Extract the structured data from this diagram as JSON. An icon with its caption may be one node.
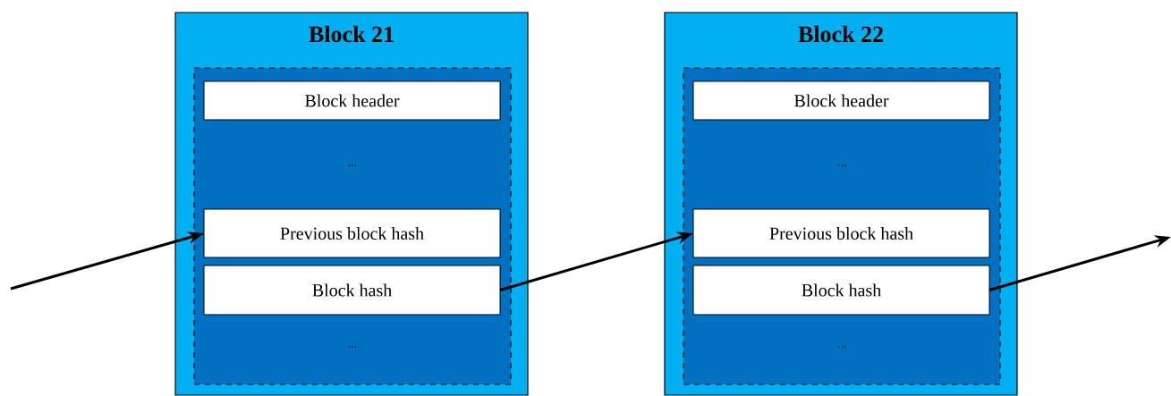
{
  "diagram": {
    "nodes": [
      {
        "text": [
          "Block 21"
        ]
      },
      {
        "text": [
          "...",
          "..."
        ],
        "in": 0
      },
      {
        "text": [
          "Block header"
        ],
        "in": 1
      },
      {
        "text": [
          "Previous block hash"
        ],
        "in": 1
      },
      {
        "text": [
          "Block hash"
        ],
        "in": 1
      },
      {
        "text": [
          "Block 22"
        ]
      },
      {
        "text": [
          "...",
          "..."
        ],
        "in": 5
      },
      {
        "text": [
          "Block header"
        ],
        "in": 6
      },
      {
        "text": [
          "Previous block hash"
        ],
        "in": 6
      },
      {
        "text": [
          "Block hash"
        ],
        "in": 6
      }
    ],
    "edges": [
      {
        "from": null,
        "to": 3,
        "arrow": "to"
      },
      {
        "from": 4,
        "to": 8,
        "arrow": "to"
      },
      {
        "from": 9,
        "to": null,
        "arrow": "to"
      }
    ]
  }
}
